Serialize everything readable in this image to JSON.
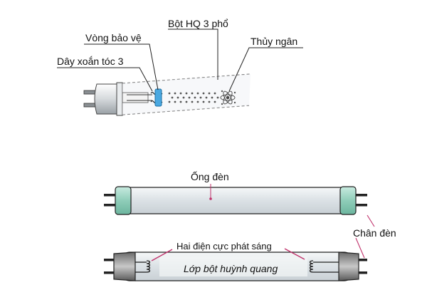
{
  "upper_diagram": {
    "labels": {
      "protective_ring": "Vòng bảo vệ",
      "phosphor": "Bột HQ 3 phổ",
      "mercury": "Thủy ngân",
      "coil_filament": "Dây xoắn tóc 3"
    }
  },
  "lower_diagram": {
    "labels": {
      "tube": "Ống đèn",
      "lamp_pins": "Chân đèn",
      "electrodes": "Hai điện cực phát sáng",
      "phosphor_layer": "Lớp bột huỳnh quang"
    }
  },
  "colors": {
    "tube_glass": "#e8edf0",
    "end_cap_green": "#9fd4c4",
    "ring_blue": "#4aa8e0",
    "arrow_red": "#c0306a",
    "outline": "#222222"
  }
}
